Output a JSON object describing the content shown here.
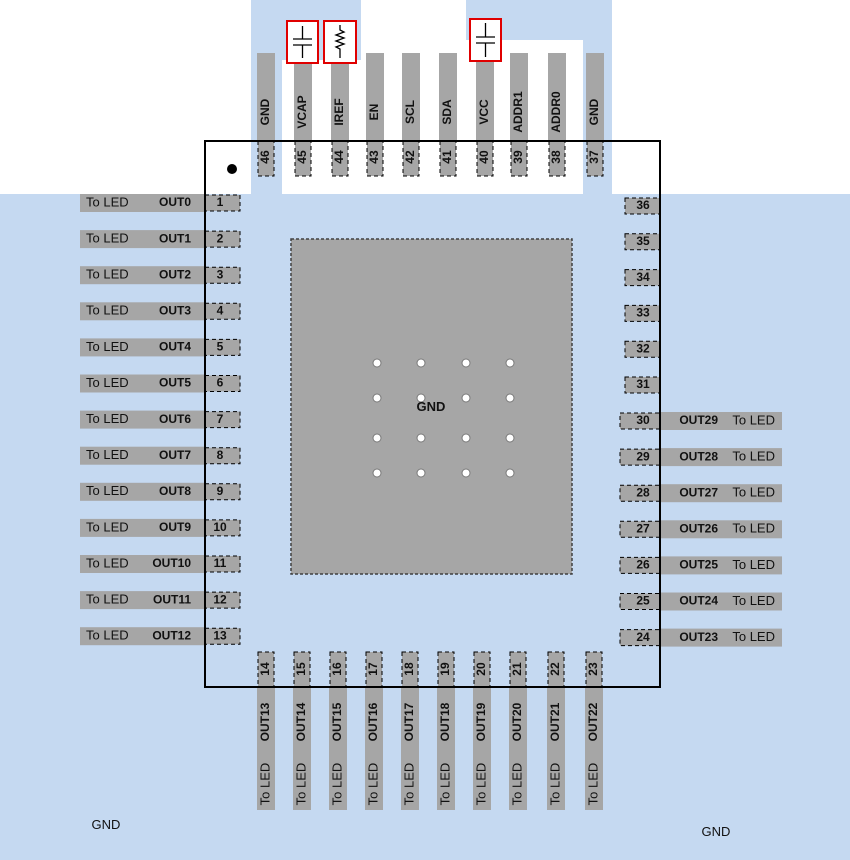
{
  "colors": {
    "plane": "#c5d9f1",
    "trace": "#a6a6a6",
    "pad": "#a6a6a6",
    "outline": "#000000",
    "via": "#ffffff",
    "component_border": "#e00000"
  },
  "pins_top": [
    {
      "num": "46",
      "name": "GND"
    },
    {
      "num": "45",
      "name": "VCAP"
    },
    {
      "num": "44",
      "name": "IREF"
    },
    {
      "num": "43",
      "name": "EN"
    },
    {
      "num": "42",
      "name": "SCL"
    },
    {
      "num": "41",
      "name": "SDA"
    },
    {
      "num": "40",
      "name": "VCC"
    },
    {
      "num": "39",
      "name": "ADDR1"
    },
    {
      "num": "38",
      "name": "ADDR0"
    },
    {
      "num": "37",
      "name": "GND"
    }
  ],
  "pins_left": [
    {
      "num": "1",
      "name": "OUT0",
      "conn": "To LED"
    },
    {
      "num": "2",
      "name": "OUT1",
      "conn": "To LED"
    },
    {
      "num": "3",
      "name": "OUT2",
      "conn": "To LED"
    },
    {
      "num": "4",
      "name": "OUT3",
      "conn": "To LED"
    },
    {
      "num": "5",
      "name": "OUT4",
      "conn": "To LED"
    },
    {
      "num": "6",
      "name": "OUT5",
      "conn": "To LED"
    },
    {
      "num": "7",
      "name": "OUT6",
      "conn": "To LED"
    },
    {
      "num": "8",
      "name": "OUT7",
      "conn": "To LED"
    },
    {
      "num": "9",
      "name": "OUT8",
      "conn": "To LED"
    },
    {
      "num": "10",
      "name": "OUT9",
      "conn": "To LED"
    },
    {
      "num": "11",
      "name": "OUT10",
      "conn": "To LED"
    },
    {
      "num": "12",
      "name": "OUT11",
      "conn": "To LED"
    },
    {
      "num": "13",
      "name": "OUT12",
      "conn": "To LED"
    }
  ],
  "pins_bottom": [
    {
      "num": "14",
      "name": "OUT13",
      "conn": "To LED"
    },
    {
      "num": "15",
      "name": "OUT14",
      "conn": "To LED"
    },
    {
      "num": "16",
      "name": "OUT15",
      "conn": "To LED"
    },
    {
      "num": "17",
      "name": "OUT16",
      "conn": "To LED"
    },
    {
      "num": "18",
      "name": "OUT17",
      "conn": "To LED"
    },
    {
      "num": "19",
      "name": "OUT18",
      "conn": "To LED"
    },
    {
      "num": "20",
      "name": "OUT19",
      "conn": "To LED"
    },
    {
      "num": "21",
      "name": "OUT20",
      "conn": "To LED"
    },
    {
      "num": "22",
      "name": "OUT21",
      "conn": "To LED"
    },
    {
      "num": "23",
      "name": "OUT22",
      "conn": "To LED"
    }
  ],
  "pins_right_nc": [
    "36",
    "35",
    "34",
    "33",
    "32",
    "31"
  ],
  "pins_right": [
    {
      "num": "30",
      "name": "OUT29",
      "conn": "To LED"
    },
    {
      "num": "29",
      "name": "OUT28",
      "conn": "To LED"
    },
    {
      "num": "28",
      "name": "OUT27",
      "conn": "To LED"
    },
    {
      "num": "27",
      "name": "OUT26",
      "conn": "To LED"
    },
    {
      "num": "26",
      "name": "OUT25",
      "conn": "To LED"
    },
    {
      "num": "25",
      "name": "OUT24",
      "conn": "To LED"
    },
    {
      "num": "24",
      "name": "OUT23",
      "conn": "To LED"
    }
  ],
  "thermal_pad_label": "GND",
  "plane_labels": [
    "GND",
    "GND"
  ],
  "components": [
    {
      "type": "capacitor",
      "icon": "capacitor-icon"
    },
    {
      "type": "resistor",
      "icon": "resistor-icon"
    },
    {
      "type": "capacitor",
      "icon": "capacitor-icon"
    }
  ]
}
